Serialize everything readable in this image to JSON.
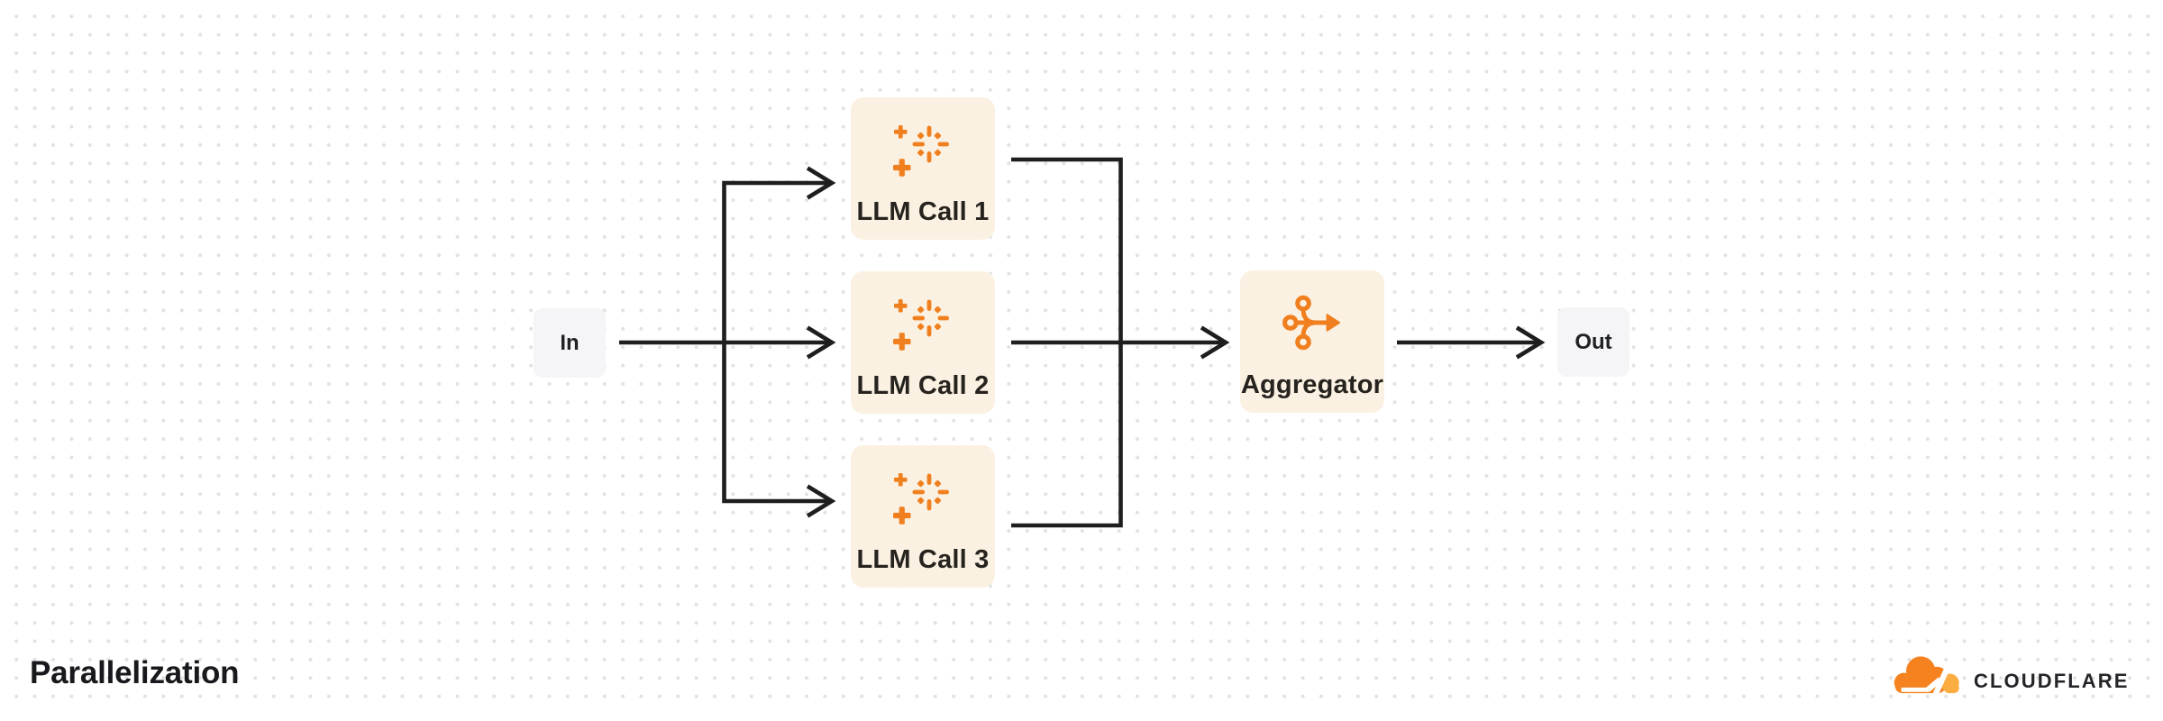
{
  "title": "Parallelization",
  "diagram": {
    "nodes": {
      "in": {
        "label": "In",
        "shape": "small-gray-box"
      },
      "llm_calls": [
        {
          "label": "LLM Call 1",
          "icon": "sparkle-icon"
        },
        {
          "label": "LLM Call 2",
          "icon": "sparkle-icon"
        },
        {
          "label": "LLM Call 3",
          "icon": "sparkle-icon"
        }
      ],
      "aggregator": {
        "label": "Aggregator",
        "icon": "merge-icon"
      },
      "out": {
        "label": "Out",
        "shape": "small-gray-box"
      }
    },
    "edges": [
      {
        "from": "in",
        "to": "llm-call-1"
      },
      {
        "from": "in",
        "to": "llm-call-2"
      },
      {
        "from": "in",
        "to": "llm-call-3"
      },
      {
        "from": "llm-call-1",
        "to": "aggregator"
      },
      {
        "from": "llm-call-2",
        "to": "aggregator"
      },
      {
        "from": "llm-call-3",
        "to": "aggregator"
      },
      {
        "from": "aggregator",
        "to": "out"
      }
    ]
  },
  "brand": {
    "wordmark": "CLOUDFLARE"
  },
  "colors": {
    "accent_orange": "#F0801F",
    "task_node_bg": "#FBF1E2",
    "io_node_bg": "#F5F5F7",
    "edge_line": "#1E1E1E",
    "label_text": "#26231F",
    "background_dot": "#E2E2E4",
    "cloud_main": "#F6821F",
    "cloud_light": "#FBAD41"
  }
}
